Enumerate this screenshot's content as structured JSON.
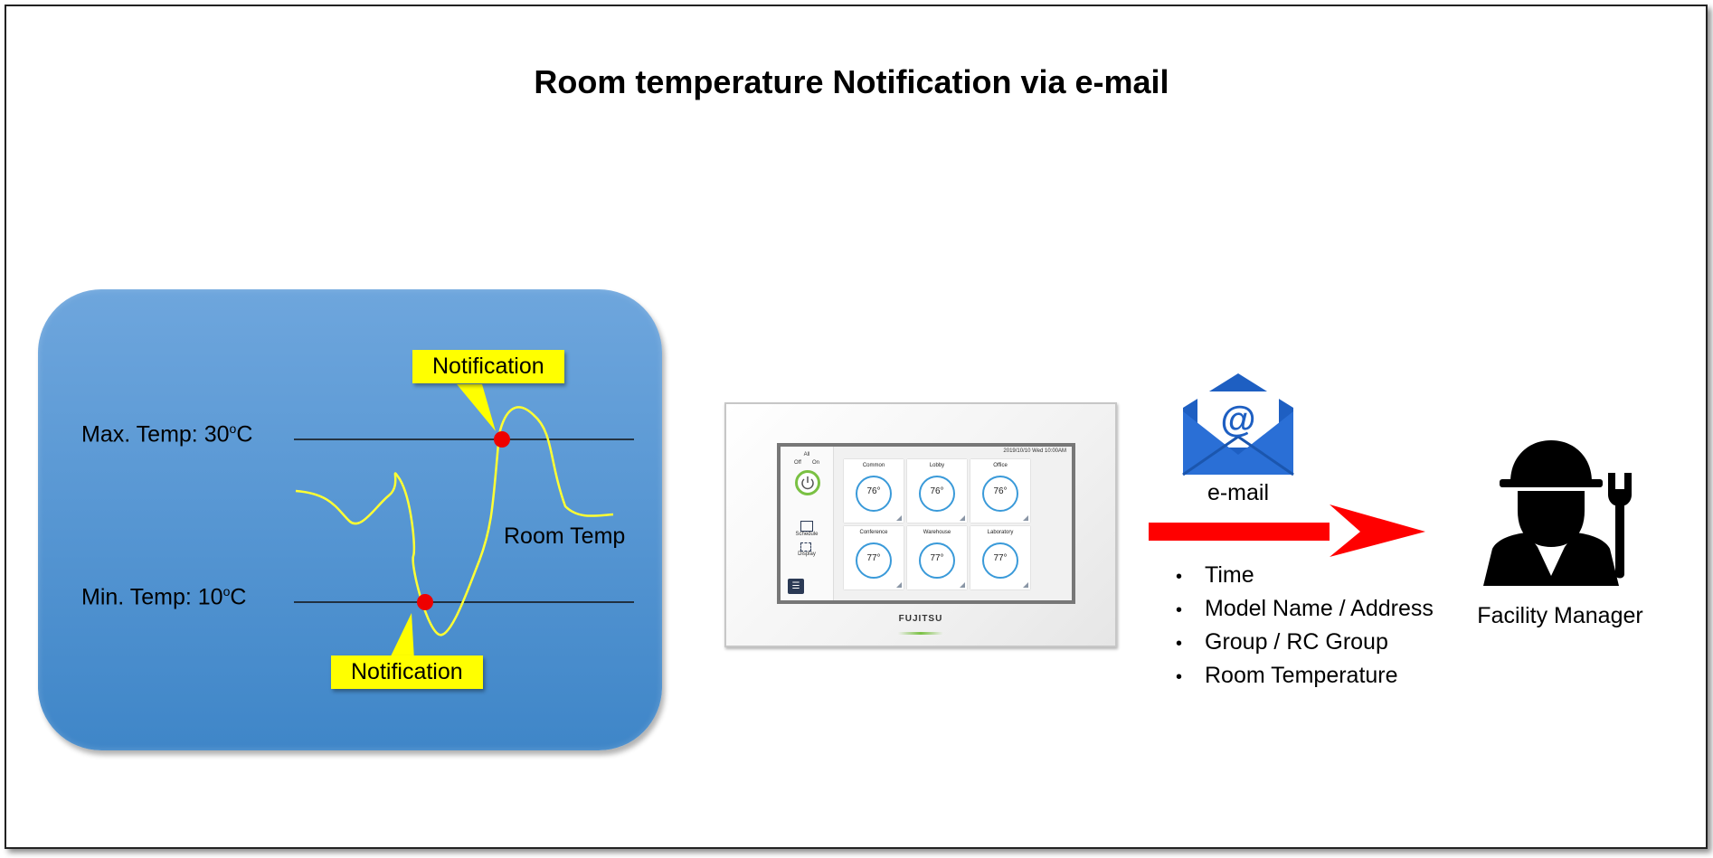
{
  "title": "Room temperature Notification via e-mail",
  "thresholds": {
    "max_label": "Max. Temp: 30",
    "min_label": "Min. Temp: 10",
    "degree_mark": "o",
    "unit": "C"
  },
  "room_temp_label": "Room Temp",
  "notifications": {
    "upper": "Notification",
    "lower": "Notification"
  },
  "controller": {
    "all_label": "All",
    "off_label": "Off",
    "on_label": "On",
    "schedule_label": "Schedule",
    "display_label": "Display",
    "datetime": "2019/10/10 Wed 10:00AM",
    "brand": "FUJITSU",
    "tiles": [
      {
        "name": "Common",
        "temp": "76°"
      },
      {
        "name": "Lobby",
        "temp": "76°"
      },
      {
        "name": "Office",
        "temp": "76°"
      },
      {
        "name": "Conference",
        "temp": "77°"
      },
      {
        "name": "Warehouse",
        "temp": "77°"
      },
      {
        "name": "Laboratory",
        "temp": "77°"
      }
    ]
  },
  "email": {
    "label": "e-mail",
    "symbol": "@"
  },
  "email_contents": [
    "Time",
    "Model Name / Address",
    "Group / RC Group",
    "Room Temperature"
  ],
  "recipient": "Facility Manager",
  "colors": {
    "panel_top": "#6ea6dd",
    "panel_bottom": "#3f86c8",
    "temp_line": "#ffff33",
    "notification_bg": "#ffff00",
    "notification_dot": "#ee0000",
    "arrow": "#ff0000",
    "email_icon": "#1e5fc2",
    "tile_ring": "#3a9ad9"
  },
  "icons": [
    "envelope-at-icon",
    "facility-manager-icon",
    "power-icon",
    "menu-icon",
    "schedule-icon",
    "display-icon"
  ]
}
